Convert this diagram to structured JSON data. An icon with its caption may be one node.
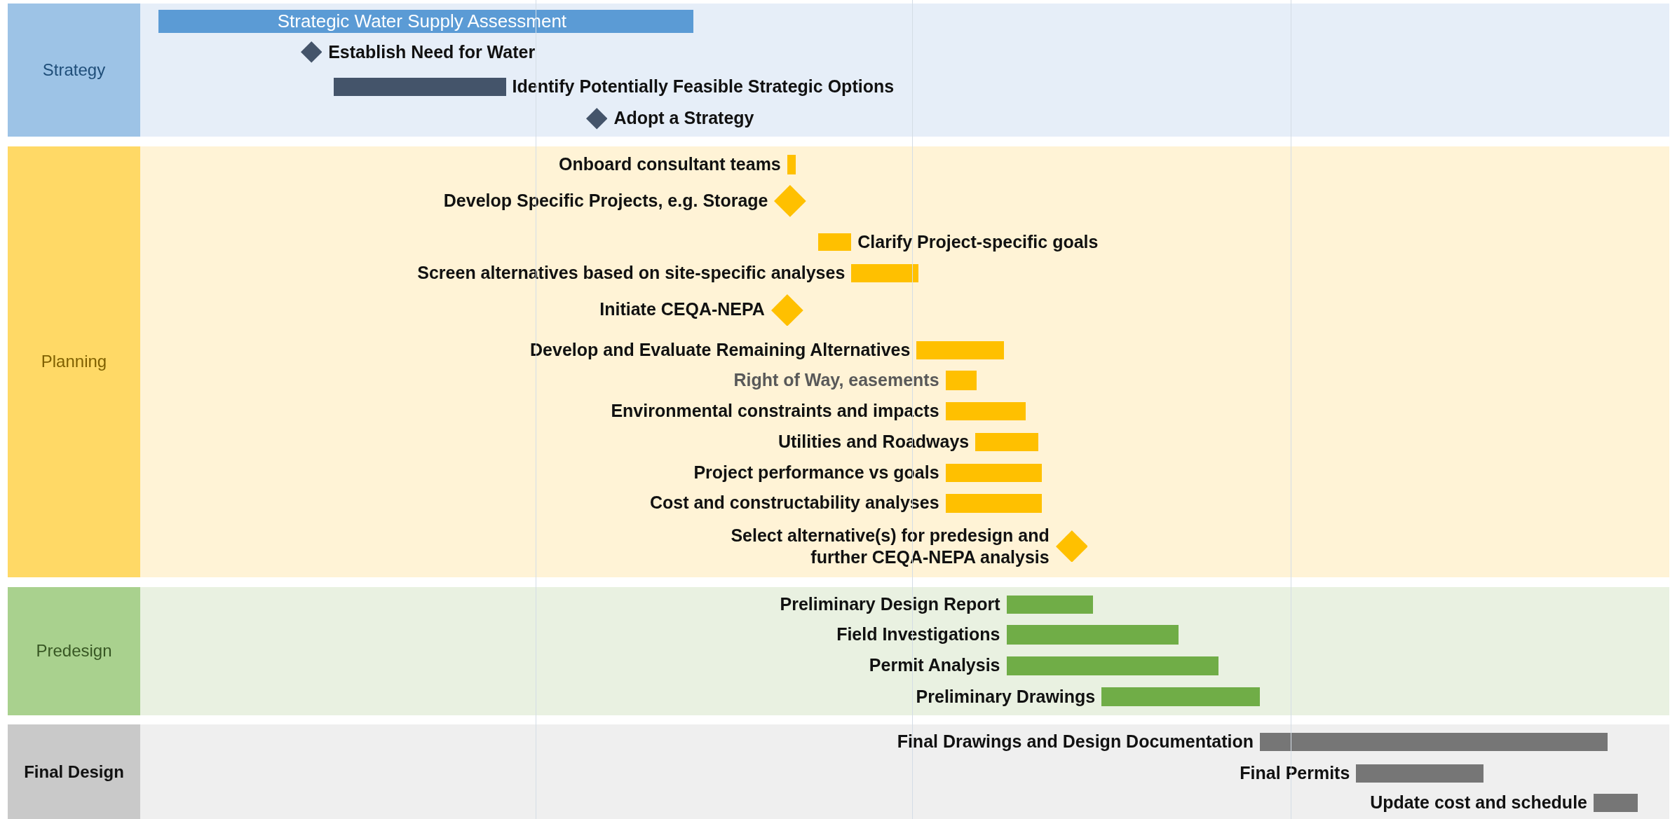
{
  "diagram": {
    "nodes": [
      {
        "text": [
          "Strategy"
        ]
      },
      {
        "text": [
          "Strategic Water Supply Assessment"
        ],
        "in": 0
      },
      {
        "text": [
          "Establish Need for Water"
        ],
        "in": 0
      },
      {
        "text": [
          "Identify Potentially Feasible Strategic Options"
        ],
        "in": 0
      },
      {
        "text": [
          "Adopt a Strategy"
        ],
        "in": 0
      },
      {
        "text": [
          "Planning"
        ]
      },
      {
        "text": [
          "Onboard consultant teams"
        ],
        "in": 5
      },
      {
        "text": [
          "Develop Specific Projects, e.g. Storage"
        ],
        "in": 5
      },
      {
        "text": [
          "Clarify Project-specific goals"
        ],
        "in": 5
      },
      {
        "text": [
          "Screen alternatives based on site-specific analyses"
        ],
        "in": 5
      },
      {
        "text": [
          "Initiate CEQA-NEPA"
        ],
        "in": 5
      },
      {
        "text": [
          "Develop and Evaluate Remaining Alternatives"
        ],
        "in": 5
      },
      {
        "text": [
          "Right of Way, easements"
        ],
        "in": 5
      },
      {
        "text": [
          "Environmental constraints and impacts"
        ],
        "in": 5
      },
      {
        "text": [
          "Utilities and Roadways"
        ],
        "in": 5
      },
      {
        "text": [
          "Project performance vs goals"
        ],
        "in": 5
      },
      {
        "text": [
          "Cost and constructability analyses"
        ],
        "in": 5
      },
      {
        "text": [
          "Select alternative(s) for predesign and further CEQA-NEPA analysis"
        ],
        "in": 5
      },
      {
        "text": [
          "Predesign"
        ]
      },
      {
        "text": [
          "Preliminary Design Report"
        ],
        "in": 18
      },
      {
        "text": [
          "Field Investigations"
        ],
        "in": 18
      },
      {
        "text": [
          "Permit Analysis"
        ],
        "in": 18
      },
      {
        "text": [
          "Preliminary Drawings"
        ],
        "in": 18
      },
      {
        "text": [
          "Final Design"
        ]
      },
      {
        "text": [
          "Final Drawings and Design Documentation"
        ],
        "in": 23
      },
      {
        "text": [
          "Final Permits"
        ],
        "in": 23
      },
      {
        "text": [
          "Update cost and schedule"
        ],
        "in": 23
      }
    ]
  }
}
